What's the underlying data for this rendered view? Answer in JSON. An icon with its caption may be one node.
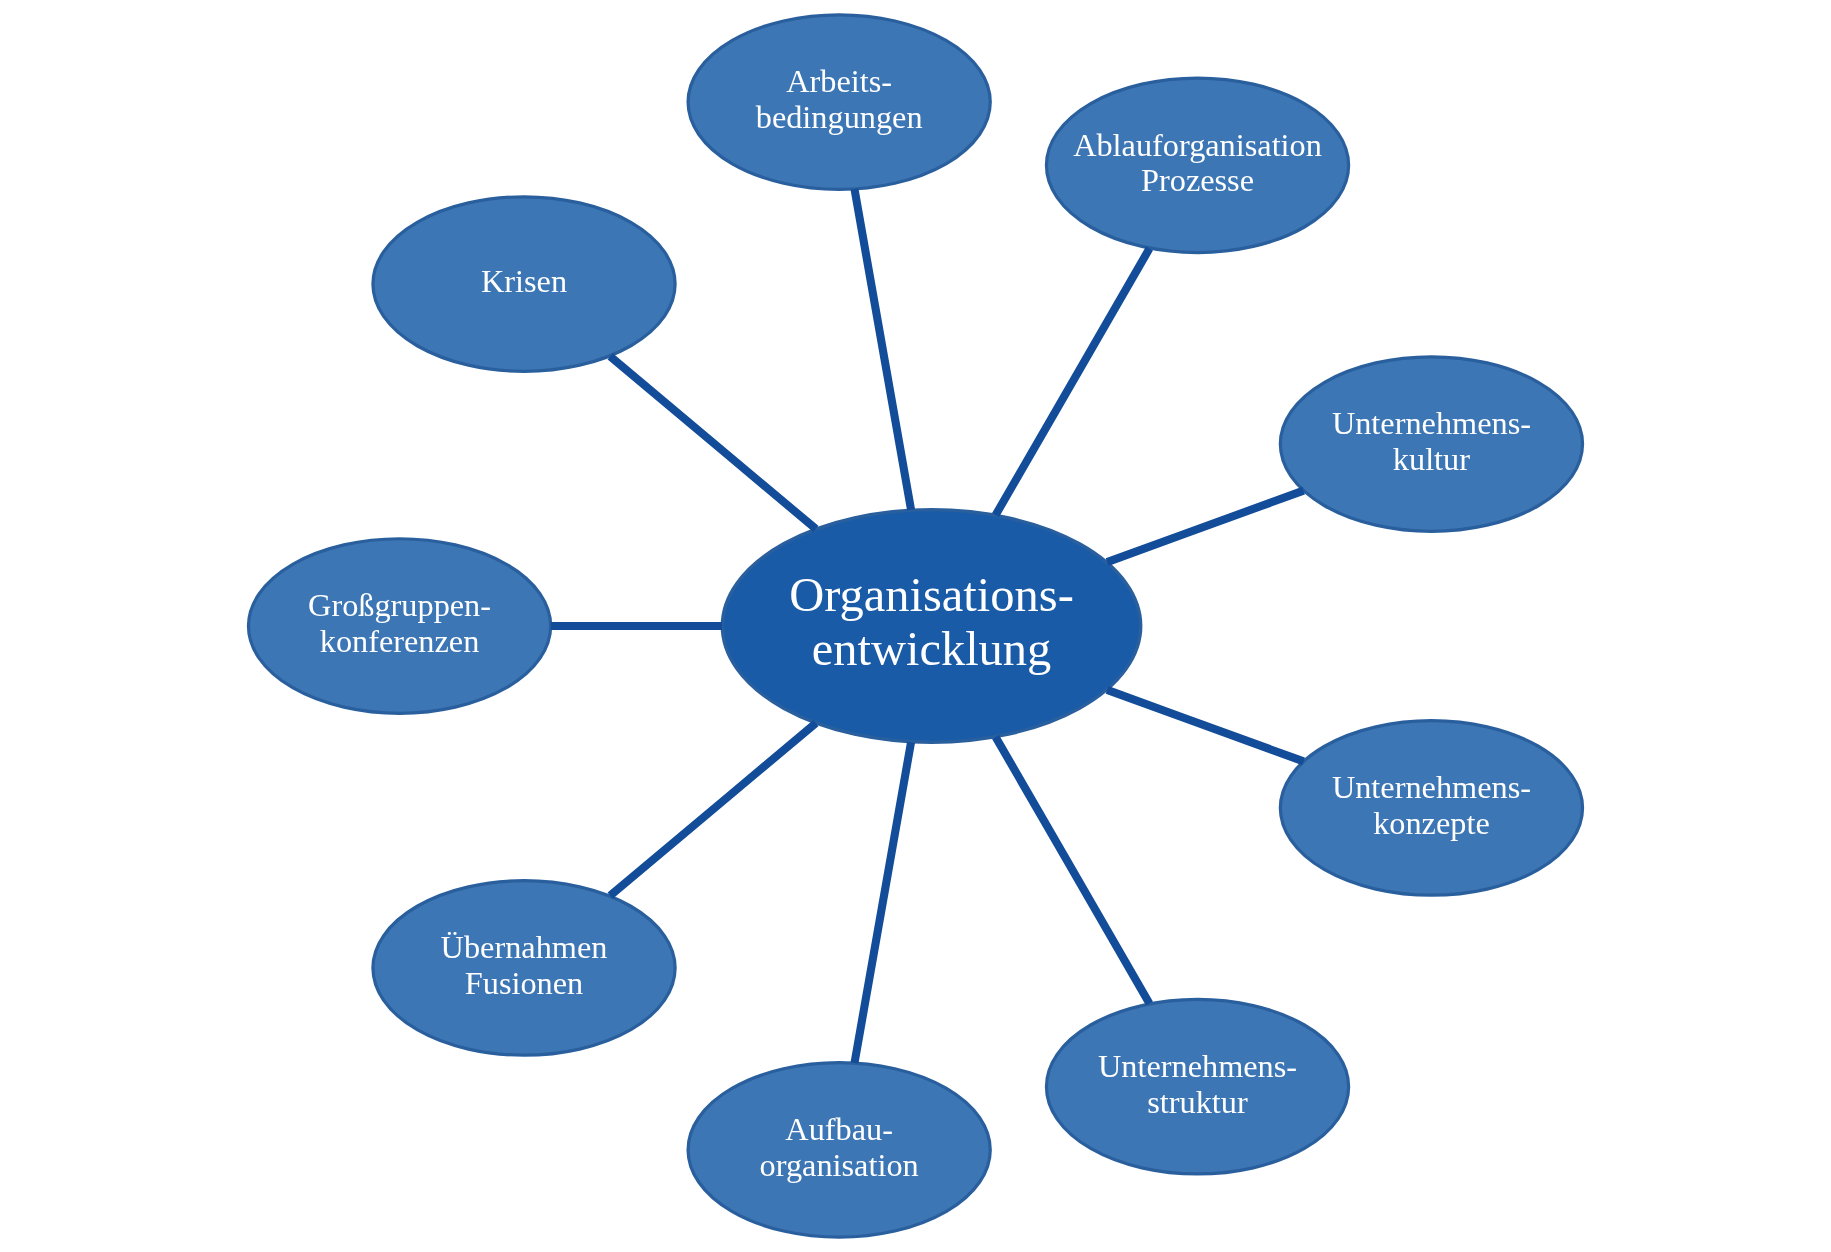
{
  "diagram": {
    "nodes": [
      {
        "text": [
          "Organisations- entwicklung"
        ]
      },
      {
        "text": [
          "Unternehmens- kultur"
        ]
      },
      {
        "text": [
          "Ablauforganisation Prozesse"
        ]
      },
      {
        "text": [
          "Arbeits- bedingungen"
        ]
      },
      {
        "text": [
          "Krisen"
        ]
      },
      {
        "text": [
          "Großgruppen- konferenzen"
        ]
      },
      {
        "text": [
          "Übernahmen Fusionen"
        ]
      },
      {
        "text": [
          "Aufbau- organisation"
        ]
      },
      {
        "text": [
          "Unternehmens- struktur"
        ]
      },
      {
        "text": [
          "Unternehmens- konzepte"
        ]
      }
    ],
    "edges": [
      {
        "from": 0,
        "to": 1,
        "arrow": "none"
      },
      {
        "from": 0,
        "to": 2,
        "arrow": "none"
      },
      {
        "from": 0,
        "to": 3,
        "arrow": "none"
      },
      {
        "from": 0,
        "to": 4,
        "arrow": "none"
      },
      {
        "from": 0,
        "to": 5,
        "arrow": "none"
      },
      {
        "from": 0,
        "to": 6,
        "arrow": "none"
      },
      {
        "from": 0,
        "to": 7,
        "arrow": "none"
      },
      {
        "from": 0,
        "to": 8,
        "arrow": "none"
      },
      {
        "from": 0,
        "to": 9,
        "arrow": "none"
      }
    ]
  }
}
